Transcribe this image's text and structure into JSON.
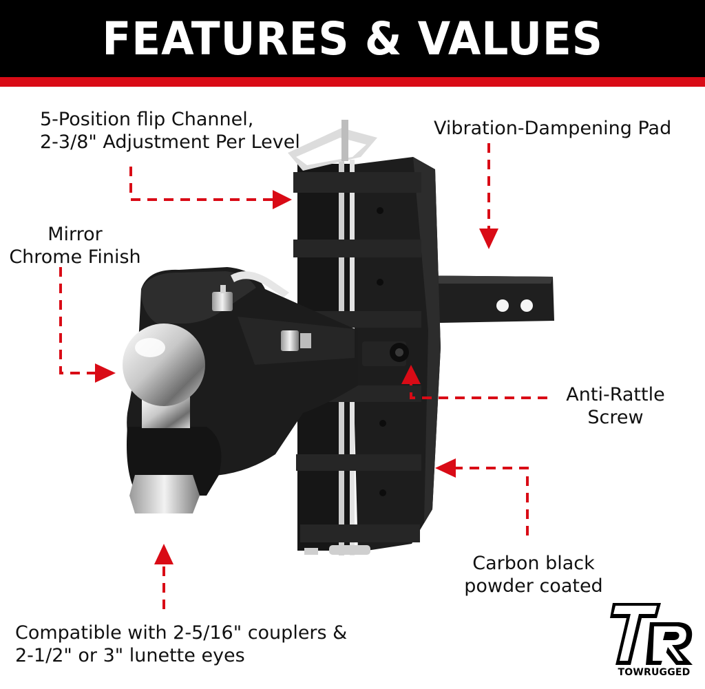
{
  "header": {
    "title": "FEATURES & VALUES"
  },
  "features": {
    "flip_channel": {
      "line1": "5-Position flip Channel,",
      "line2": "2-3/8\" Adjustment Per Level"
    },
    "pad": {
      "line1": "Vibration-Dampening Pad"
    },
    "finish": {
      "line1": "Mirror",
      "line2": "Chrome Finish"
    },
    "screw": {
      "line1": "Anti-Rattle",
      "line2": "Screw"
    },
    "coating": {
      "line1": "Carbon black",
      "line2": "powder coated"
    },
    "compat": {
      "line1": "Compatible with 2-5/16\" couplers &",
      "line2": "2-1/2\" or 3\" lunette eyes"
    }
  },
  "logo": {
    "letters": "TR",
    "wordmark": "TOWRUGGED"
  },
  "colors": {
    "accent": "#d90b16",
    "header_bg": "#000000",
    "product": "#1c1c1c"
  }
}
